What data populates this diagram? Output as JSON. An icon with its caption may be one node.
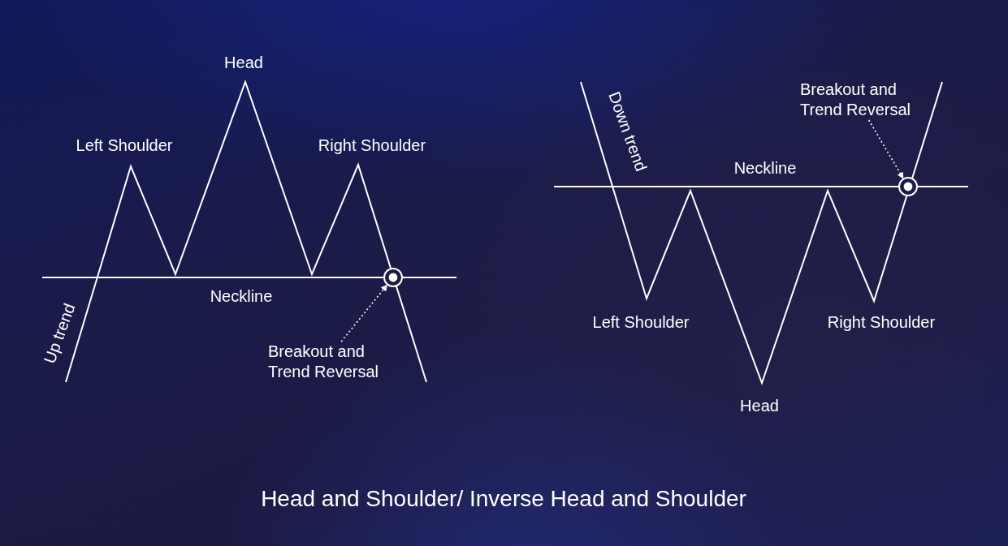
{
  "diagram": {
    "caption": "Head and Shoulder/ Inverse Head and Shoulder",
    "nodes": [
      {
        "text": [
          "Breakout and Trend Reversal"
        ]
      },
      {
        "text": [],
        "shape": "circle"
      },
      {
        "text": [
          "Breakout and Trend Reversal"
        ]
      },
      {
        "text": [],
        "shape": "circle"
      }
    ],
    "edges": [
      {
        "from": 0,
        "to": 1,
        "arrow": "to",
        "style": "dashed"
      },
      {
        "from": 2,
        "to": 3,
        "arrow": "to",
        "style": "dashed"
      }
    ],
    "labels": [
      "Head",
      "Left Shoulder",
      "Right Shoulder",
      "Neckline",
      "Up trend",
      "Down trend",
      "Neckline",
      "Left Shoulder",
      "Right Shoulder",
      "Head"
    ]
  }
}
